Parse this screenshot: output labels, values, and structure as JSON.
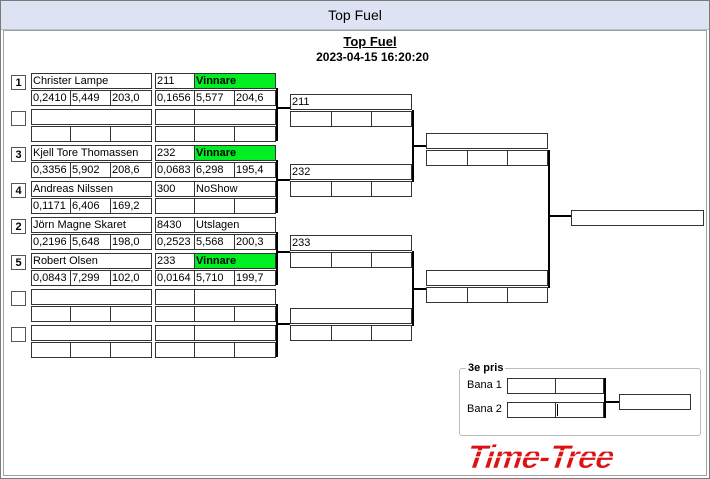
{
  "window": {
    "title": "Top Fuel"
  },
  "header": {
    "title": "Top Fuel",
    "timestamp": "2023-04-15 16:20:20"
  },
  "round1": [
    {
      "seed": "1",
      "name": "Christer Lampe",
      "rt": "0,2410",
      "et": "5,449",
      "speed": "203,0",
      "car": "211",
      "result": "Vinnare",
      "winner": true,
      "rt2": "0,1656",
      "et2": "5,577",
      "speed2": "204,6"
    },
    {
      "seed": "",
      "name": "",
      "rt": "",
      "et": "",
      "speed": "",
      "car": "",
      "result": "",
      "winner": false,
      "rt2": "",
      "et2": "",
      "speed2": ""
    },
    {
      "seed": "3",
      "name": "Kjell Tore Thomassen",
      "rt": "0,3356",
      "et": "5,902",
      "speed": "208,6",
      "car": "232",
      "result": "Vinnare",
      "winner": true,
      "rt2": "0,0683",
      "et2": "6,298",
      "speed2": "195,4"
    },
    {
      "seed": "4",
      "name": "Andreas Nilssen",
      "rt": "0,1171",
      "et": "6,406",
      "speed": "169,2",
      "car": "300",
      "result": "NoShow",
      "winner": false,
      "rt2": "",
      "et2": "",
      "speed2": ""
    },
    {
      "seed": "2",
      "name": "Jörn Magne Skaret",
      "rt": "0,2196",
      "et": "5,648",
      "speed": "198,0",
      "car": "8430",
      "result": "Utslagen",
      "winner": false,
      "rt2": "0,2523",
      "et2": "5,568",
      "speed2": "200,3"
    },
    {
      "seed": "5",
      "name": "Robert Olsen",
      "rt": "0,0843",
      "et": "7,299",
      "speed": "102,0",
      "car": "233",
      "result": "Vinnare",
      "winner": true,
      "rt2": "0,0164",
      "et2": "5,710",
      "speed2": "199,7"
    },
    {
      "seed": "",
      "name": "",
      "rt": "",
      "et": "",
      "speed": "",
      "car": "",
      "result": "",
      "winner": false,
      "rt2": "",
      "et2": "",
      "speed2": ""
    },
    {
      "seed": "",
      "name": "",
      "rt": "",
      "et": "",
      "speed": "",
      "car": "",
      "result": "",
      "winner": false,
      "rt2": "",
      "et2": "",
      "speed2": ""
    }
  ],
  "round2": [
    "211",
    "232",
    "233",
    ""
  ],
  "round3": [
    "",
    ""
  ],
  "final": "",
  "third_place": {
    "title": "3e pris",
    "lane1_label": "Bana 1",
    "lane2_label": "Bana 2"
  },
  "logo": {
    "text": "Time-Tree",
    "color": "#dd1111"
  },
  "colors": {
    "winner": "#00ee22"
  }
}
